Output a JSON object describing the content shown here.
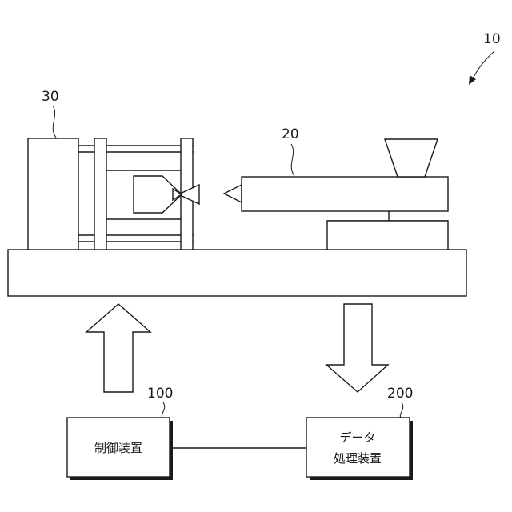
{
  "labels": {
    "system_ref": "10",
    "clamp_ref": "30",
    "injection_ref": "20",
    "controller_ref": "100",
    "dataproc_ref": "200"
  },
  "boxes": {
    "controller": "制御装置",
    "dataproc_line1": "データ",
    "dataproc_line2": "処理装置"
  }
}
